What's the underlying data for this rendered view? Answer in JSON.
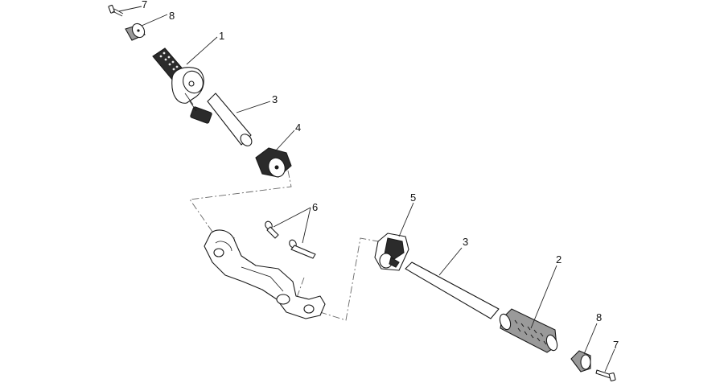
{
  "callouts": [
    {
      "id": "c1",
      "label": "1"
    },
    {
      "id": "c2",
      "label": "2"
    },
    {
      "id": "c3a",
      "label": "3"
    },
    {
      "id": "c3b",
      "label": "3"
    },
    {
      "id": "c4",
      "label": "4"
    },
    {
      "id": "c5",
      "label": "5"
    },
    {
      "id": "c6",
      "label": "6"
    },
    {
      "id": "c7a",
      "label": "7"
    },
    {
      "id": "c7b",
      "label": "7"
    },
    {
      "id": "c8a",
      "label": "8"
    },
    {
      "id": "c8b",
      "label": "8"
    }
  ]
}
